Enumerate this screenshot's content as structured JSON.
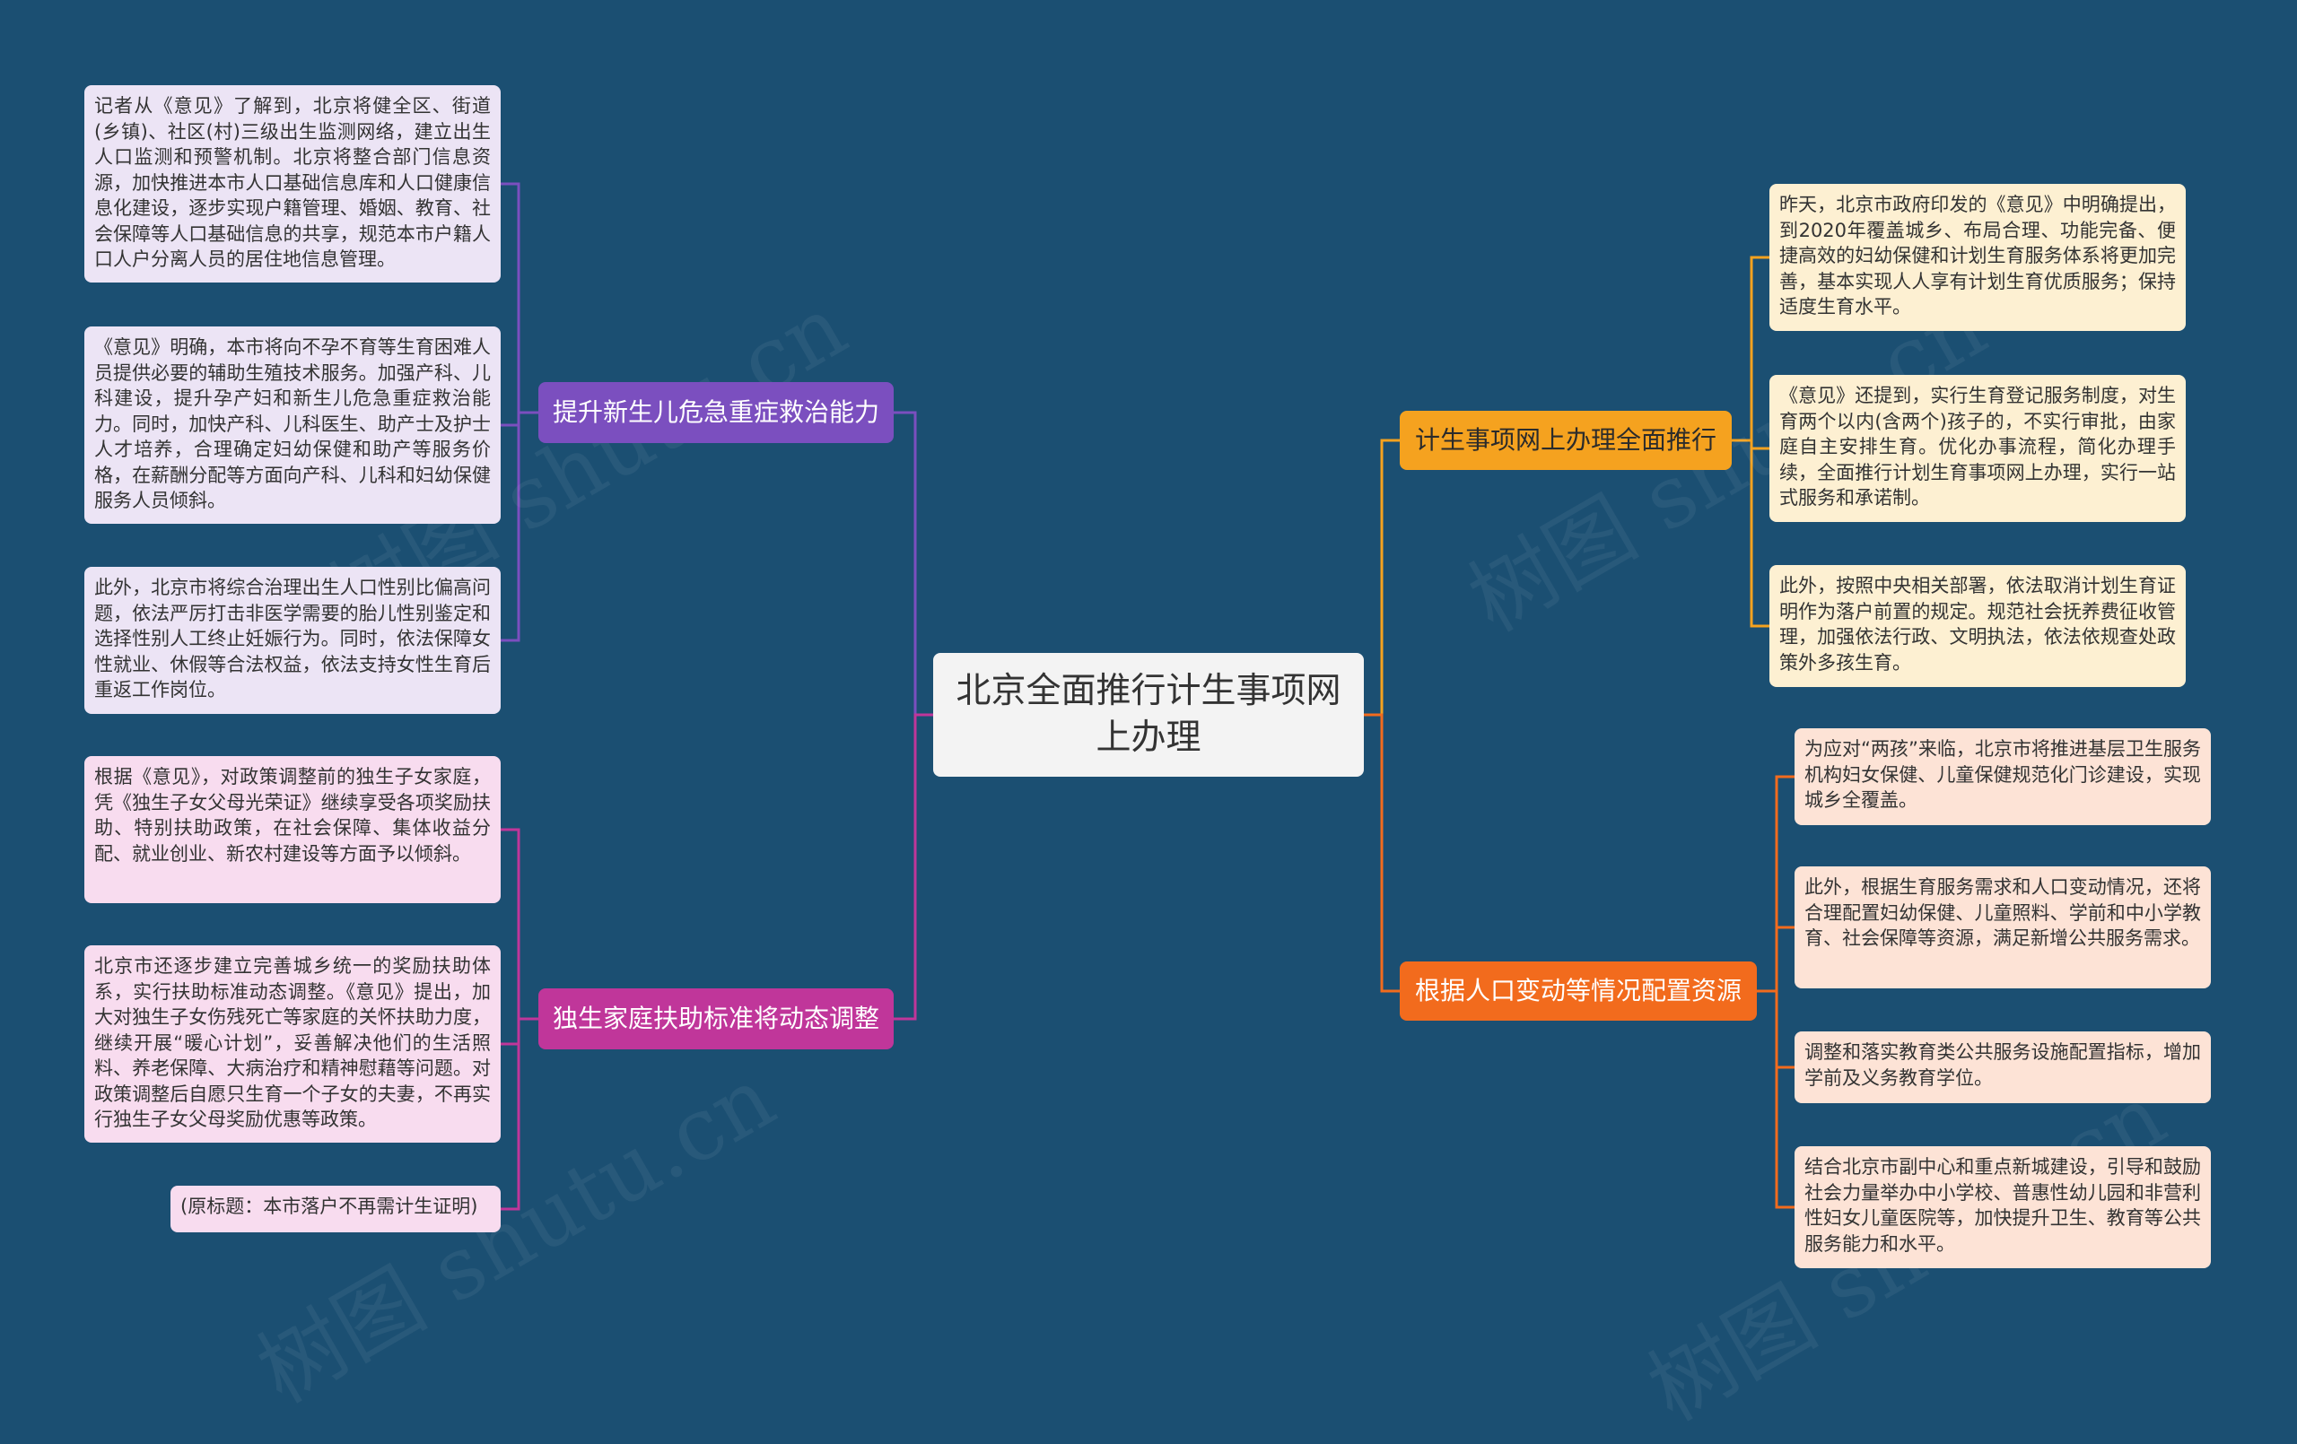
{
  "root": {
    "title": "北京全面推行计生事项网上办理"
  },
  "branches": [
    {
      "label": "提升新生儿危急重症救治能力",
      "color": "#7b4fbf",
      "leaves": [
        "记者从《意见》了解到，北京将健全区、街道(乡镇)、社区(村)三级出生监测网络，建立出生人口监测和预警机制。北京将整合部门信息资源，加快推进本市人口基础信息库和人口健康信息化建设，逐步实现户籍管理、婚姻、教育、社会保障等人口基础信息的共享，规范本市户籍人口人户分离人员的居住地信息管理。",
        "《意见》明确，本市将向不孕不育等生育困难人员提供必要的辅助生殖技术服务。加强产科、儿科建设，提升孕产妇和新生儿危急重症救治能力。同时，加快产科、儿科医生、助产士及护士人才培养，合理确定妇幼保健和助产等服务价格，在薪酬分配等方面向产科、儿科和妇幼保健服务人员倾斜。",
        "此外，北京市将综合治理出生人口性别比偏高问题，依法严厉打击非医学需要的胎儿性别鉴定和选择性别人工终止妊娠行为。同时，依法保障女性就业、休假等合法权益，依法支持女性生育后重返工作岗位。"
      ]
    },
    {
      "label": "独生家庭扶助标准将动态调整",
      "color": "#c0369a",
      "leaves": [
        "根据《意见》，对政策调整前的独生子女家庭，凭《独生子女父母光荣证》继续享受各项奖励扶助、特别扶助政策，在社会保障、集体收益分配、就业创业、新农村建设等方面予以倾斜。",
        "北京市还逐步建立完善城乡统一的奖励扶助体系，实行扶助标准动态调整。《意见》提出，加大对独生子女伤残死亡等家庭的关怀扶助力度，继续开展“暖心计划”，妥善解决他们的生活照料、养老保障、大病治疗和精神慰藉等问题。对政策调整后自愿只生育一个子女的夫妻，不再实行独生子女父母奖励优惠等政策。",
        "(原标题：本市落户不再需计生证明)"
      ]
    },
    {
      "label": "计生事项网上办理全面推行",
      "color": "#f5a21f",
      "leaves": [
        "昨天，北京市政府印发的《意见》中明确提出，到2020年覆盖城乡、布局合理、功能完备、便捷高效的妇幼保健和计划生育服务体系将更加完善，基本实现人人享有计划生育优质服务；保持适度生育水平。",
        "《意见》还提到，实行生育登记服务制度，对生育两个以内(含两个)孩子的，不实行审批，由家庭自主安排生育。优化办事流程，简化办理手续，全面推行计划生育事项网上办理，实行一站式服务和承诺制。",
        "此外，按照中央相关部署，依法取消计划生育证明作为落户前置的规定。规范社会抚养费征收管理，加强依法行政、文明执法，依法依规查处政策外多孩生育。"
      ]
    },
    {
      "label": "根据人口变动等情况配置资源",
      "color": "#f26b1d",
      "leaves": [
        "为应对“两孩”来临，北京市将推进基层卫生服务机构妇女保健、儿童保健规范化门诊建设，实现城乡全覆盖。",
        "此外，根据生育服务需求和人口变动情况，还将合理配置妇幼保健、儿童照料、学前和中小学教育、社会保障等资源，满足新增公共服务需求。",
        "调整和落实教育类公共服务设施配置指标，增加学前及义务教育学位。",
        "结合北京市副中心和重点新城建设，引导和鼓励社会力量举办中小学校、普惠性幼儿园和非营利性妇女儿童医院等，加快提升卫生、教育等公共服务能力和水平。"
      ]
    }
  ]
}
